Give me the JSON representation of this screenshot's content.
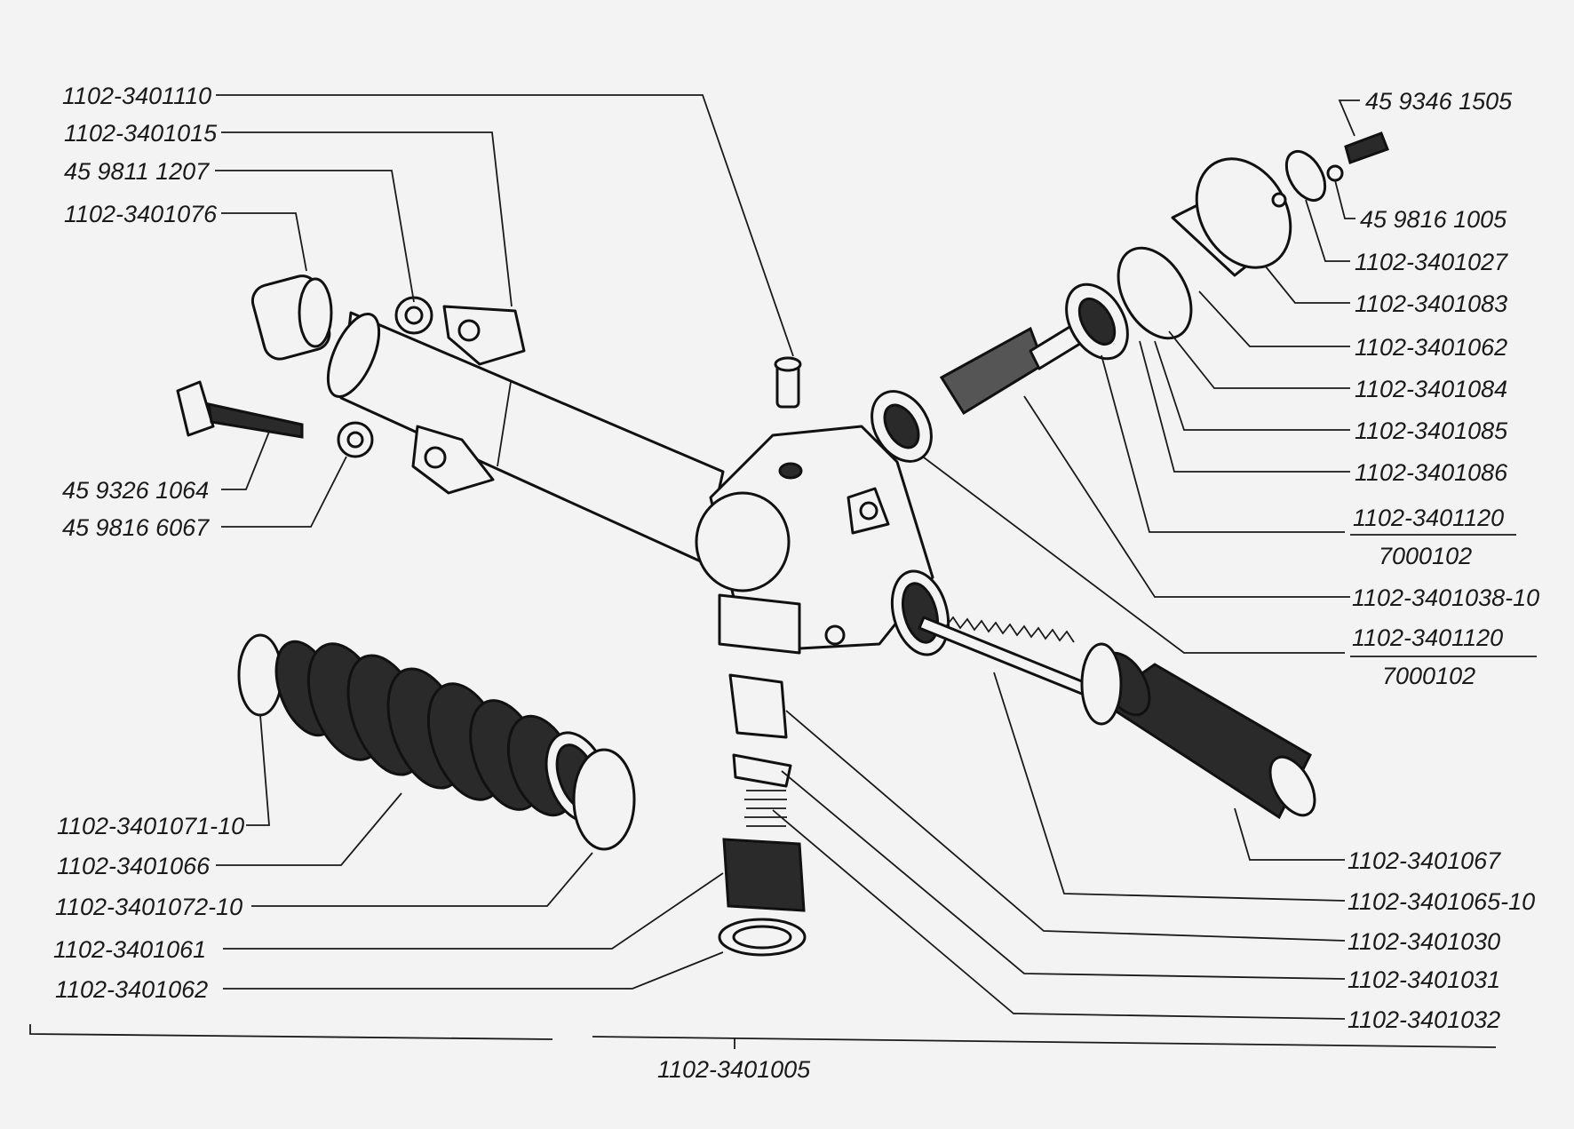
{
  "diagram": {
    "type": "exploded-parts-view",
    "assembly_number": "1102-3401005",
    "labels_left": [
      "1102-3401110",
      "1102-3401015",
      "45 9811 1207",
      "1102-3401076",
      "45 9326 1064",
      "45 9816 6067",
      "1102-3401071-10",
      "1102-3401066",
      "1102-3401072-10",
      "1102-3401061",
      "1102-3401062"
    ],
    "labels_right": [
      "45 9346 1505",
      "45 9816 1005",
      "1102-3401027",
      "1102-3401083",
      "1102-3401062",
      "1102-3401084",
      "1102-3401085",
      "1102-3401086",
      "1102-3401120",
      "7000102",
      "1102-3401038-10",
      "1102-3401120",
      "7000102",
      "1102-3401067",
      "1102-3401065-10",
      "1102-3401030",
      "1102-3401031",
      "1102-3401032"
    ]
  }
}
